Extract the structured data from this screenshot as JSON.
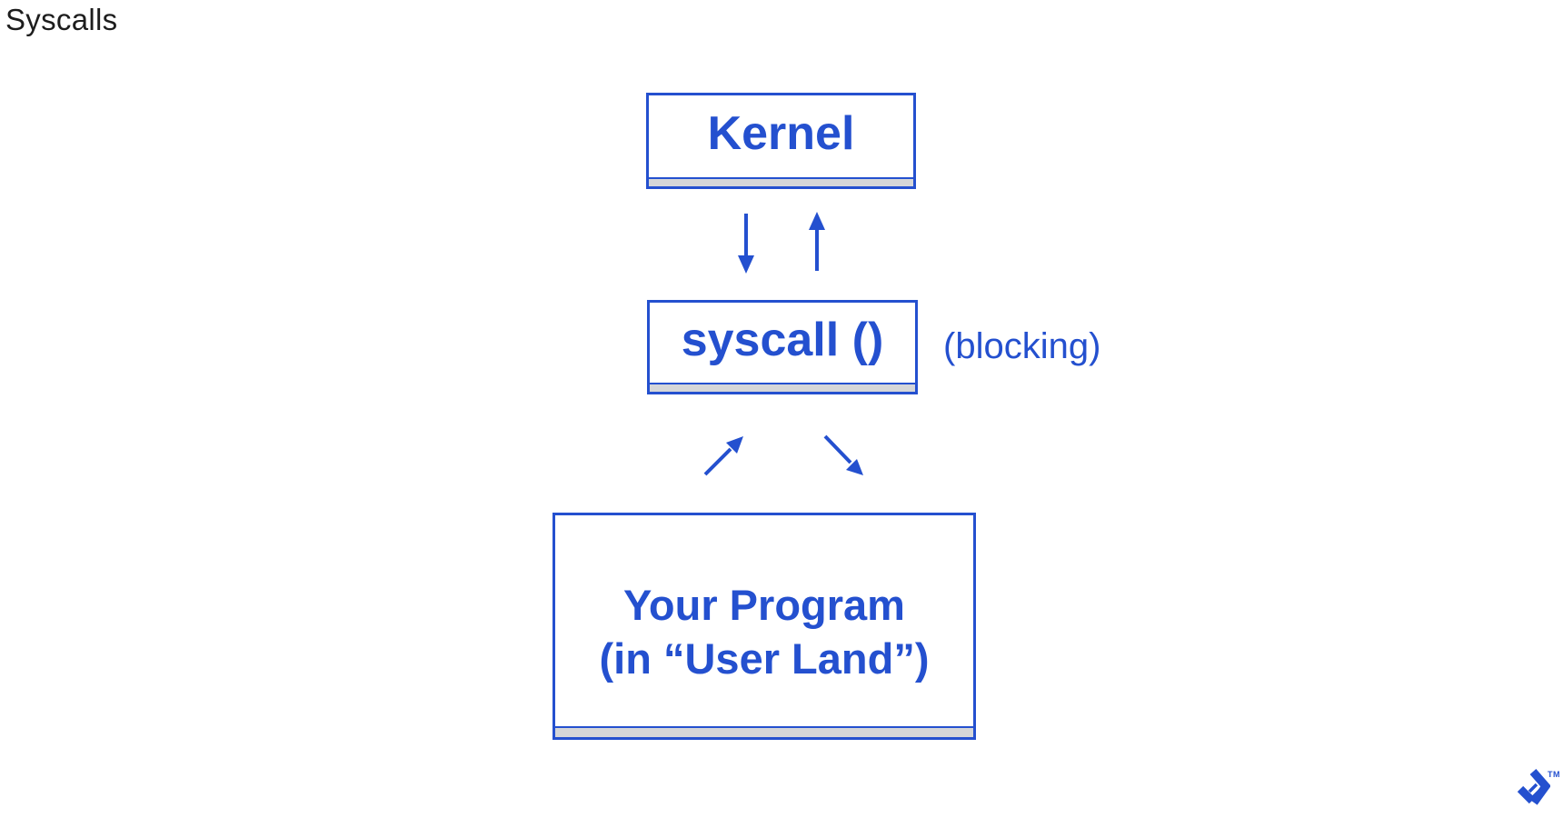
{
  "title": "Syscalls",
  "colors": {
    "accent": "#2450CF",
    "strip": "#D5D6D8",
    "title_text": "#1D1D1D",
    "background": "#FFFFFF"
  },
  "diagram": {
    "kernel": {
      "label": "Kernel"
    },
    "syscall": {
      "label": "syscall ()",
      "annotation": "(blocking)"
    },
    "program": {
      "line1": "Your Program",
      "line2": "(in “User Land”)"
    },
    "edges": [
      {
        "from": "kernel",
        "to": "syscall",
        "direction": "down"
      },
      {
        "from": "syscall",
        "to": "kernel",
        "direction": "up"
      },
      {
        "from": "program",
        "to": "syscall",
        "direction": "up-right"
      },
      {
        "from": "syscall",
        "to": "program",
        "direction": "down-right"
      }
    ]
  },
  "branding": {
    "logo_icon": "toptal-logo-mark",
    "trademark": "TM"
  }
}
